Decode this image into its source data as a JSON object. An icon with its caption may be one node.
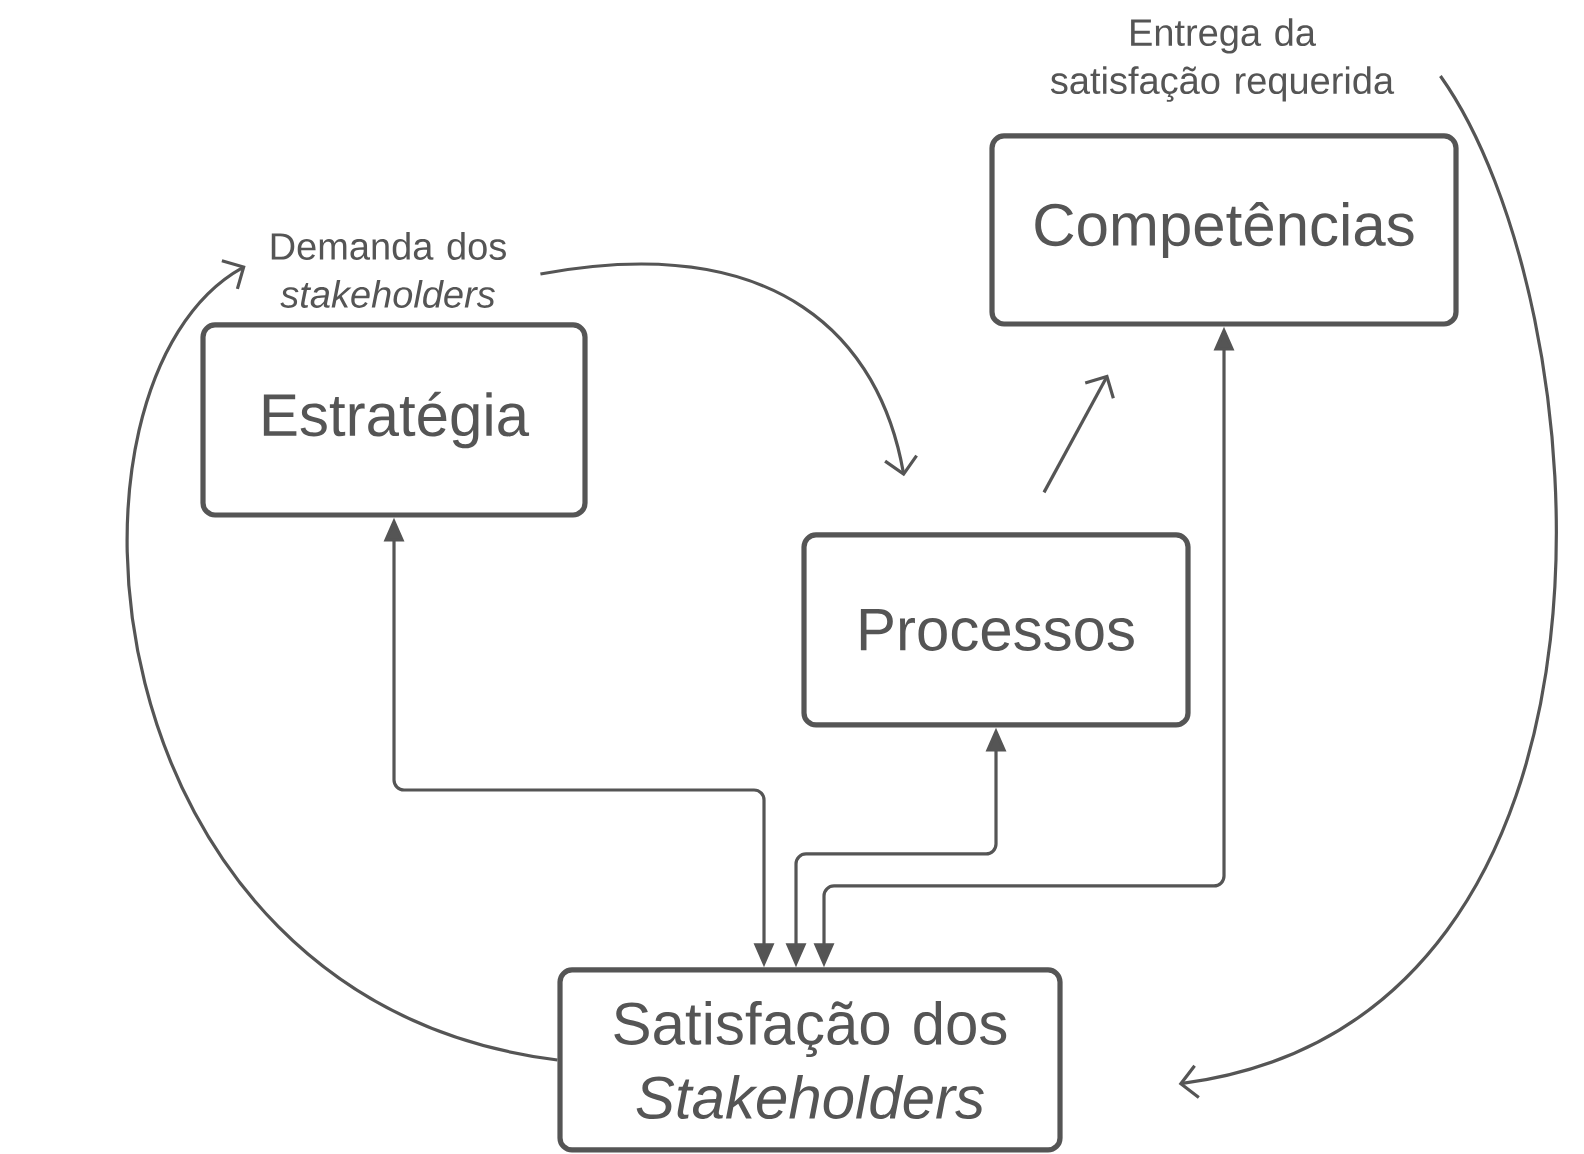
{
  "diagram": {
    "nodes": [
      {
        "text": [
          "Entrega da satisfação requerida"
        ]
      },
      {
        "text": [
          "Competências"
        ]
      },
      {
        "text": [
          "Demanda dos *stakeholders*"
        ]
      },
      {
        "text": [
          "Estratégia"
        ]
      },
      {
        "text": [
          "Processos"
        ]
      },
      {
        "text": [
          "Satisfação dos *Stakeholders*"
        ]
      }
    ],
    "edges": [
      {
        "from": 5,
        "to": 2,
        "arrow": "to"
      },
      {
        "from": 2,
        "to": 4,
        "arrow": "to"
      },
      {
        "from": 4,
        "to": 1,
        "arrow": "to"
      },
      {
        "from": 0,
        "to": 5,
        "arrow": "to"
      },
      {
        "from": 5,
        "to": 3,
        "arrow": "both"
      },
      {
        "from": 5,
        "to": 4,
        "arrow": "both"
      },
      {
        "from": 5,
        "to": 1,
        "arrow": "both"
      }
    ]
  }
}
